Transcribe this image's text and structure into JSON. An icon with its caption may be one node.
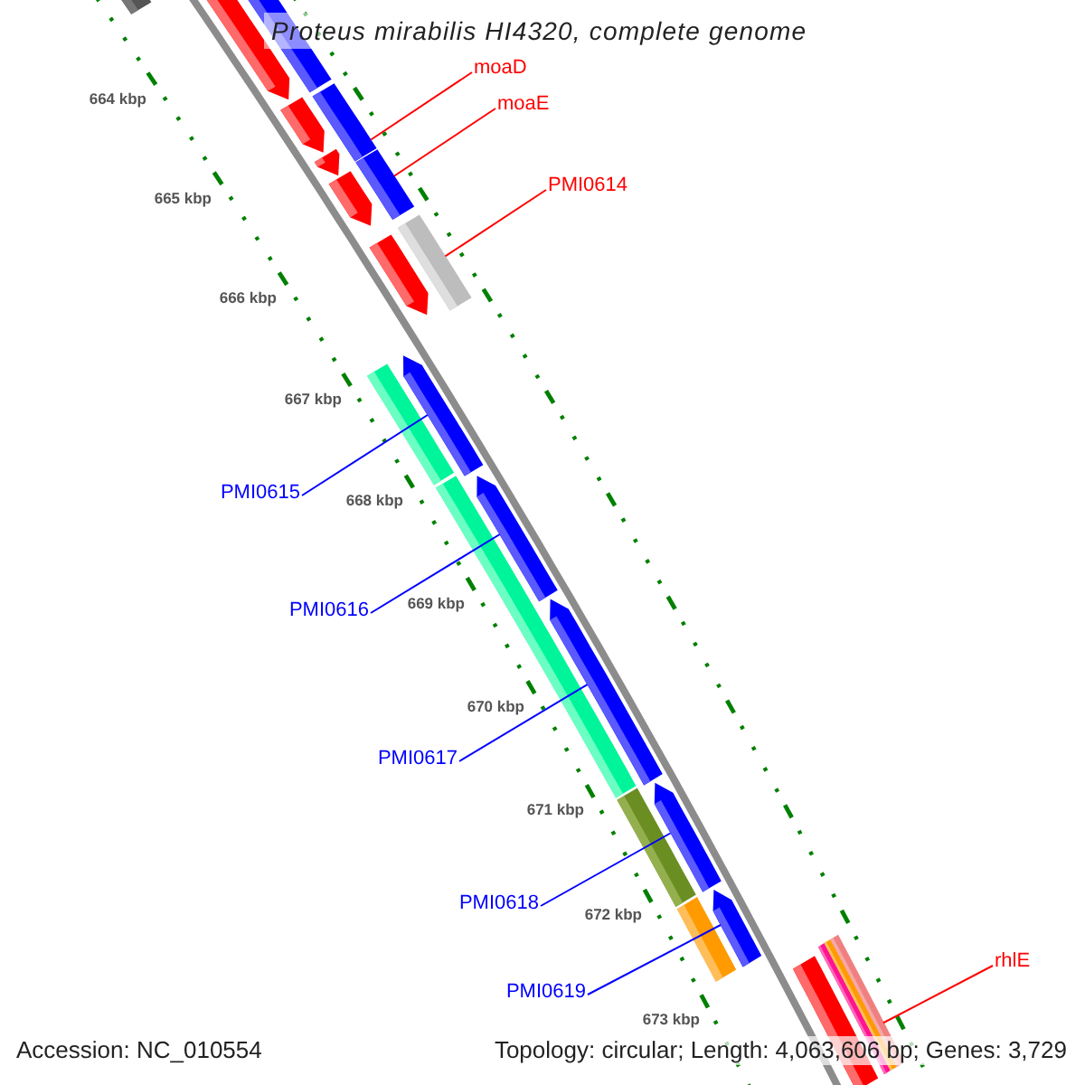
{
  "diagram": {
    "title": "Proteus mirabilis HI4320, complete genome",
    "nodes": [
      {
        "text": [
          "moaD"
        ]
      },
      {
        "text": [
          "moaE"
        ]
      },
      {
        "text": [
          "PMI0614"
        ]
      },
      {
        "text": [
          "PMI0615"
        ]
      },
      {
        "text": [
          "PMI0616"
        ]
      },
      {
        "text": [
          "PMI0617"
        ]
      },
      {
        "text": [
          "PMI0618"
        ]
      },
      {
        "text": [
          "rhlE"
        ]
      },
      {
        "text": [
          "PMI0619"
        ]
      },
      {
        "text": [],
        "shape": "bar"
      },
      {
        "text": [],
        "shape": "bar"
      },
      {
        "text": [],
        "shape": "bar"
      },
      {
        "text": [],
        "shape": "bar"
      },
      {
        "text": [],
        "shape": "bar"
      },
      {
        "text": [],
        "shape": "bar"
      },
      {
        "text": [],
        "shape": "bar"
      },
      {
        "text": [],
        "shape": "bar"
      },
      {
        "text": [],
        "shape": "bar"
      },
      {
        "text": [],
        "shape": "bar"
      },
      {
        "text": [],
        "shape": "bar"
      },
      {
        "text": [],
        "shape": "bar"
      },
      {
        "text": [],
        "shape": "bar"
      },
      {
        "text": [],
        "shape": "bar"
      },
      {
        "text": [],
        "shape": "bar"
      },
      {
        "text": [],
        "shape": "bar"
      },
      {
        "text": [],
        "shape": "bar"
      },
      {
        "text": [],
        "shape": "bar"
      },
      {
        "text": [],
        "shape": "bar"
      },
      {
        "text": [],
        "shape": "bar"
      },
      {
        "text": [],
        "shape": "bar"
      },
      {
        "text": [],
        "shape": "bar"
      },
      {
        "text": [],
        "shape": "bar"
      }
    ],
    "edges": [
      {
        "from": 0,
        "to": 13,
        "arrow": "none",
        "color": "#ff0000"
      },
      {
        "from": 1,
        "to": 15,
        "arrow": "none",
        "color": "#ff0000"
      },
      {
        "from": 2,
        "to": 17,
        "arrow": "none",
        "color": "#ff0000"
      },
      {
        "from": 3,
        "to": 20,
        "arrow": "none"
      },
      {
        "from": 4,
        "to": 22,
        "arrow": "none"
      },
      {
        "from": 5,
        "to": 23,
        "arrow": "none"
      },
      {
        "from": 6,
        "to": 25,
        "arrow": "none"
      },
      {
        "from": 7,
        "to": 30,
        "arrow": "none",
        "color": "#ff0000"
      },
      {
        "from": 8,
        "to": 27,
        "arrow": "none"
      }
    ],
    "labels": [
      "664 kbp",
      "665 kbp",
      "666 kbp",
      "667 kbp",
      "668 kbp",
      "669 kbp",
      "670 kbp",
      "671 kbp",
      "672 kbp",
      "673 kbp",
      "Accession: NC_010554",
      "Topology: circular; Length: 4,063,606 bp; Genes: 3,729"
    ]
  }
}
